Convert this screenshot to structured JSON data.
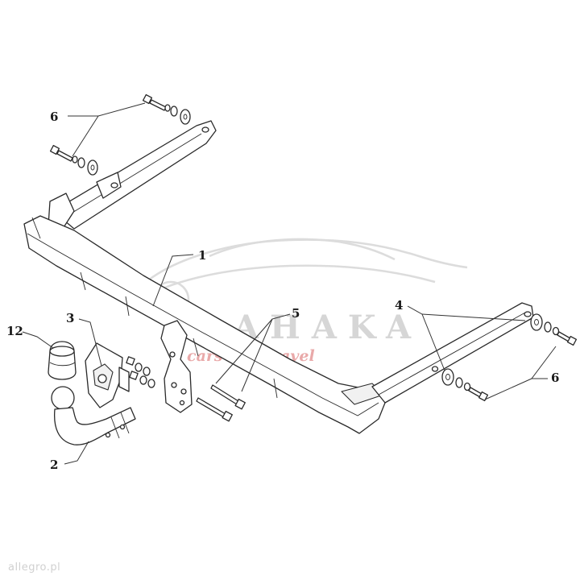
{
  "diagram": {
    "callouts": [
      {
        "id": "1",
        "label": "1"
      },
      {
        "id": "2",
        "label": "2"
      },
      {
        "id": "3",
        "label": "3"
      },
      {
        "id": "4",
        "label": "4"
      },
      {
        "id": "5",
        "label": "5"
      },
      {
        "id": "6a",
        "label": "6"
      },
      {
        "id": "6b",
        "label": "6"
      },
      {
        "id": "12",
        "label": "12"
      }
    ]
  },
  "watermark": {
    "brand": "AHAKA",
    "tagline": "cars and travel",
    "corner": "allegro.pl"
  },
  "colors": {
    "line": "#2a2a2a",
    "watermark_gray": "#d6d6d6",
    "watermark_red": "#e9a9a9"
  }
}
